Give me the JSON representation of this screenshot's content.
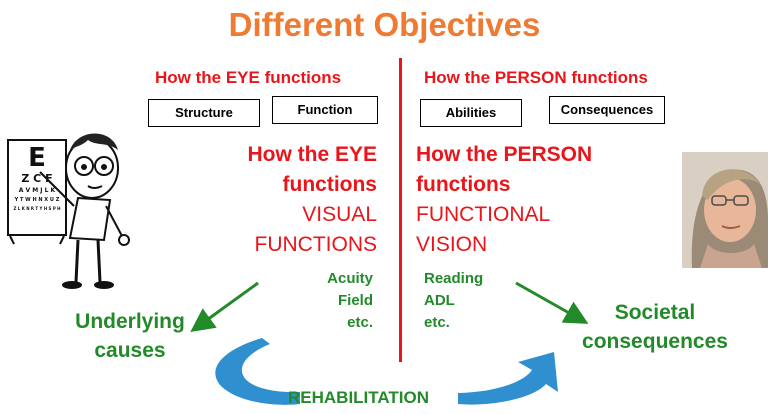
{
  "title": "Different Objectives",
  "left": {
    "heading": "How the EYE functions",
    "boxes": [
      "Structure",
      "Function"
    ],
    "big_lines": [
      "How the EYE",
      "functions",
      "VISUAL",
      "FUNCTIONS"
    ],
    "examples": [
      "Acuity",
      "Field",
      "etc."
    ],
    "outcome": [
      "Underlying",
      "causes"
    ]
  },
  "right": {
    "heading": "How the PERSON functions",
    "boxes": [
      "Abilities",
      "Consequences"
    ],
    "big_lines": [
      "How the PERSON",
      "functions",
      "FUNCTIONAL",
      "VISION"
    ],
    "examples": [
      "Reading",
      "ADL",
      "etc."
    ],
    "outcome": [
      "Societal",
      "consequences"
    ]
  },
  "rehab_label": "REHABILITATION",
  "eye_chart": [
    "E",
    "Z C F",
    "A V M J L K",
    "Y T W H N X U Z",
    "Z L K N R T Y H S P H"
  ],
  "colors": {
    "title": "#ef7a32",
    "red": "#e8161b",
    "green": "#238a2a",
    "arrow_blue": "#2f8fcf"
  },
  "icons": [
    "eye-chart-cartoon-icon",
    "woman-portrait-icon",
    "green-arrow-icon",
    "blue-curved-arrow-icon"
  ]
}
